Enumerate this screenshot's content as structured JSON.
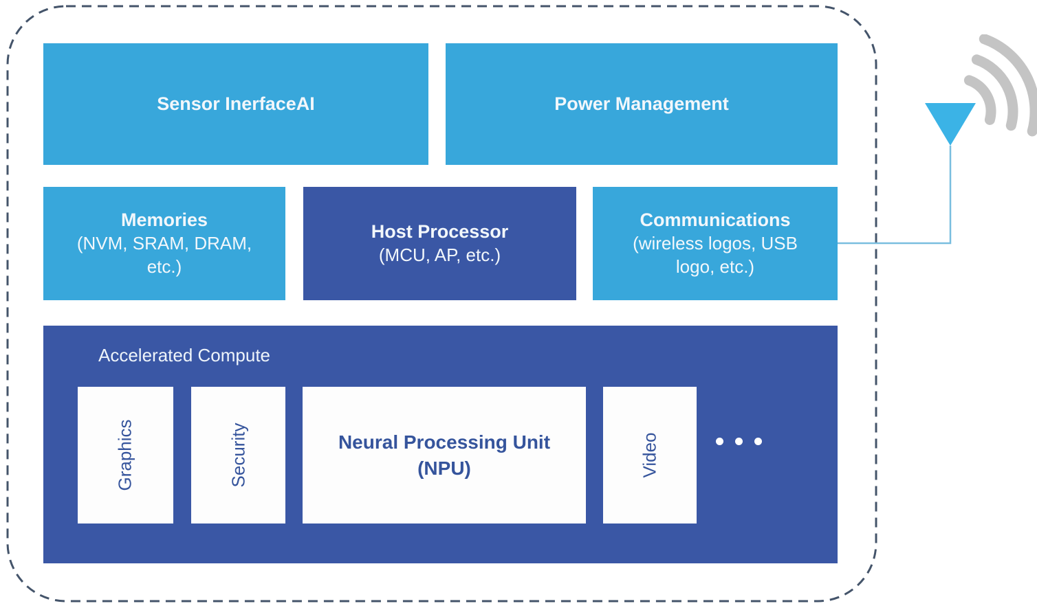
{
  "diagram": {
    "top_row": {
      "sensor_label": "Sensor InerfaceAI",
      "power_label": "Power Management"
    },
    "middle_row": {
      "memories_title": "Memories",
      "memories_subtitle": "(NVM, SRAM, DRAM,\netc.)",
      "host_title": "Host Processor",
      "host_subtitle": "(MCU, AP, etc.)",
      "comms_title": "Communications",
      "comms_subtitle": "(wireless logos, USB\nlogo, etc.)"
    },
    "accelerated": {
      "label": "Accelerated Compute",
      "graphics_label": "Graphics",
      "security_label": "Security",
      "npu_label": "Neural Processing Unit\n(NPU)",
      "video_label": "Video",
      "more_indicator": "..."
    },
    "icons": {
      "antenna": "wifi-antenna-icon"
    },
    "colors": {
      "light_blue": "#38a7db",
      "dark_blue": "#3a57a5",
      "text_light": "#f2f7fb",
      "npu_text": "#35549c",
      "wifi_arc_gray": "#c4c4c4",
      "antenna_triangle": "#3bb3e6",
      "connector_line": "#79bedf",
      "dashed_border": "#44546a"
    }
  }
}
